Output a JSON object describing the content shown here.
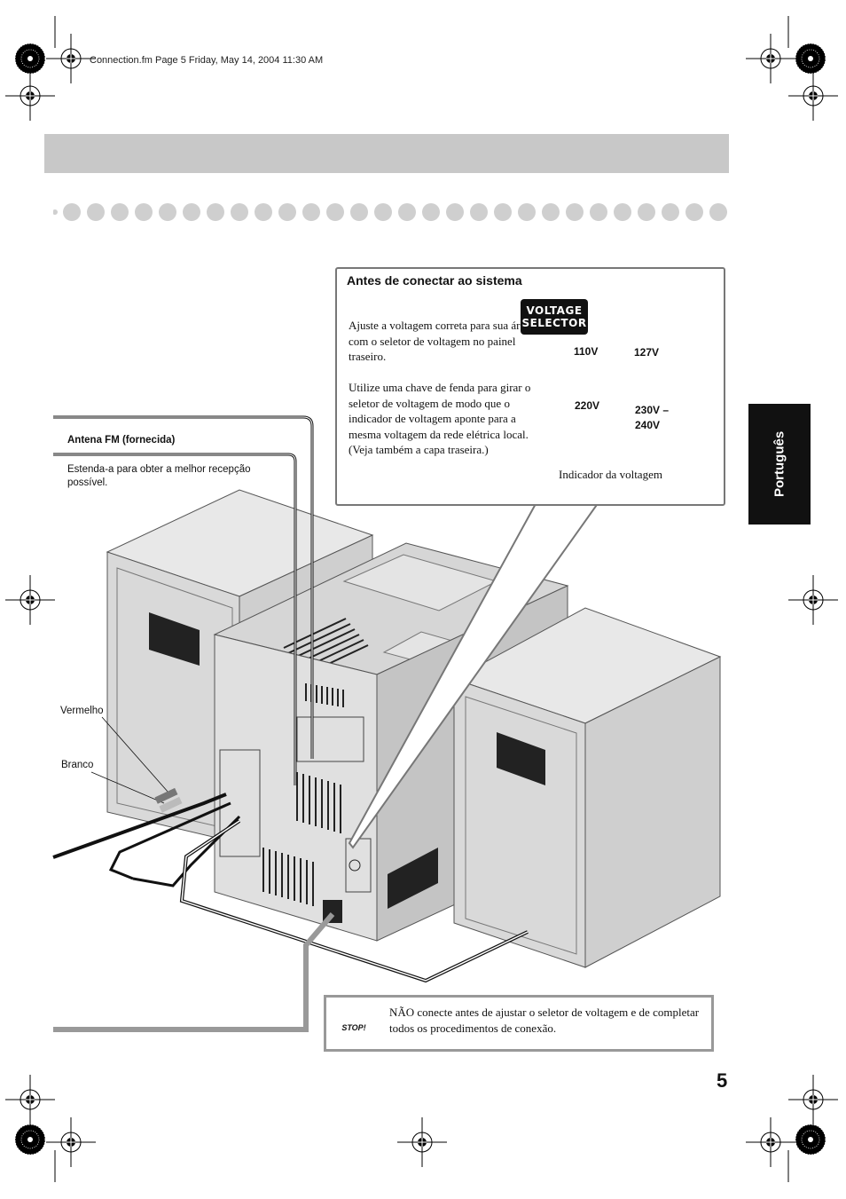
{
  "header": {
    "file_info": "Connection.fm  Page 5  Friday, May 14, 2004  11:30 AM"
  },
  "callout": {
    "title": "Antes de conectar ao sistema",
    "para1": "Ajuste a voltagem correta para sua área com o seletor de voltagem no painel traseiro.",
    "para2": "Utilize uma chave de fenda para girar o seletor de voltagem de modo que o indicador de voltagem aponte para a mesma voltagem da rede elétrica local. (Veja também a capa traseira.)",
    "badge_line1": "VOLTAGE",
    "badge_line2": "SELECTOR",
    "v110": "110V",
    "v127": "127V",
    "v220": "220V",
    "v230": "230V –",
    "v240": "240V",
    "indicator_label": "Indicador da voltagem"
  },
  "language_tab": "Português",
  "antenna": {
    "title": "Antena FM (fornecida)",
    "desc": "Estenda-a para obter a melhor recepção possível."
  },
  "cables": {
    "red": "Vermelho",
    "white": "Branco"
  },
  "warning": {
    "icon_text": "STOP!",
    "text": "NÃO conecte antes de ajustar o seletor de voltagem e de completar todos os procedimentos de conexão."
  },
  "page_number": "5"
}
